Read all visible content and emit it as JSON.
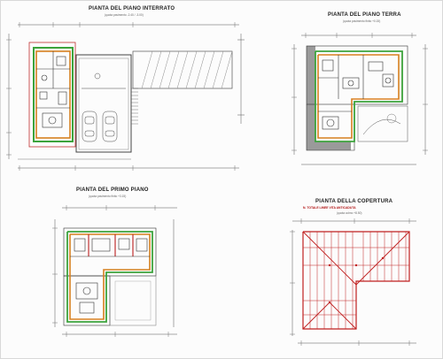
{
  "sheet": {
    "plans": [
      {
        "id": "interrato",
        "title": "PIANTA DEL PIANO INTERRATO",
        "subtitle": "(quota pavimento -2.40 / -3.00)"
      },
      {
        "id": "terra",
        "title": "PIANTA DEL PIANO TERRA",
        "subtitle": "(quota pavimento finito +0.15)"
      },
      {
        "id": "primo",
        "title": "PIANTA DEL PRIMO PIANO",
        "subtitle": "(quota pavimento finito +3.15)"
      },
      {
        "id": "copertura",
        "title": "PIANTA DELLA COPERTURA",
        "subtitle": "(quota colmo +8.50)",
        "note": "N. TOTALE LINEE VITA ANTICADUTA"
      }
    ],
    "colors": {
      "wall_outline": "#d88020",
      "wall_green": "#3ca33c",
      "wall_red": "#c03030",
      "roof_red": "#c02020",
      "line": "#333333",
      "dim": "#555555",
      "hatch": "#9a9a9a"
    }
  }
}
